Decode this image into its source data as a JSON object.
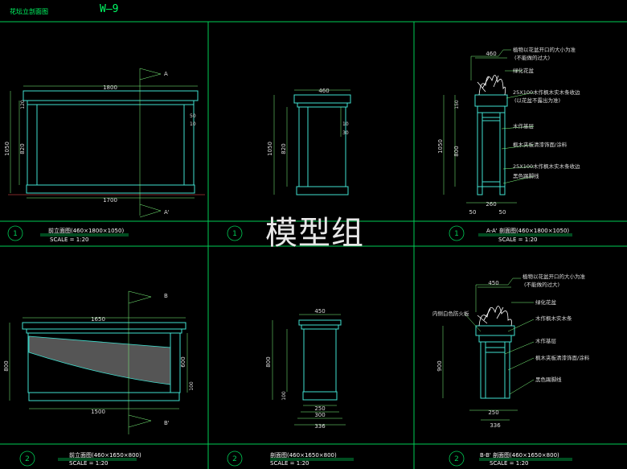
{
  "sheet": {
    "title": "花坛立剖面图",
    "code": "W—9"
  },
  "watermark": "模型组",
  "colors": {
    "bg": "#000000",
    "frame": "#00ff66",
    "object": "#40e0d0",
    "text": "#00ff66",
    "dim": "#7fff7f",
    "axis": "#33ff33"
  },
  "panels": [
    {
      "number": "1",
      "title": "前立面图(460×1800×1050)",
      "scale": "SCALE = 1:20",
      "dims": [
        "1800",
        "1700",
        "1050",
        "820",
        "120",
        "50",
        "10",
        "A",
        "A'"
      ]
    },
    {
      "number": "1",
      "title": "",
      "scale": "",
      "dims": [
        "460",
        "1050",
        "820",
        "10",
        "30"
      ]
    },
    {
      "number": "1",
      "title": "A-A' 剖面图(460×1800×1050)",
      "scale": "SCALE = 1:20",
      "dims": [
        "460",
        "150",
        "1050",
        "800",
        "50",
        "260",
        "50"
      ],
      "notes": [
        "植物以花盆开口的大小为准",
        "(不能做的过大)",
        "绿化花盆",
        "25X100木作枫木实木条收边",
        "(以花盆不露出为准)",
        "木作基层",
        "枫木夹板清漆饰面/涂料",
        "25X100木作枫木实木条收边",
        "黑色踢脚线"
      ]
    },
    {
      "number": "2",
      "title": "前立面图(460×1650×800)",
      "scale": "SCALE = 1:20",
      "dims": [
        "1650",
        "1500",
        "800",
        "600",
        "100",
        "B",
        "B'"
      ]
    },
    {
      "number": "2",
      "title": "剖面图(460×1650×800)",
      "scale": "SCALE = 1:20",
      "dims": [
        "450",
        "800",
        "100",
        "250",
        "300",
        "336"
      ]
    },
    {
      "number": "2",
      "title": "B-B' 剖面图(460×1650×800)",
      "scale": "SCALE = 1:20",
      "dims": [
        "450",
        "900",
        "250",
        "336"
      ],
      "notes": [
        "植物以花盆开口的大小为准",
        "(不能做的过大)",
        "绿化花盆",
        "内侧白色防火板",
        "木作枫木实木条",
        "木作基层",
        "枫木夹板清漆饰面/涂料",
        "黑色踢脚线"
      ]
    }
  ]
}
